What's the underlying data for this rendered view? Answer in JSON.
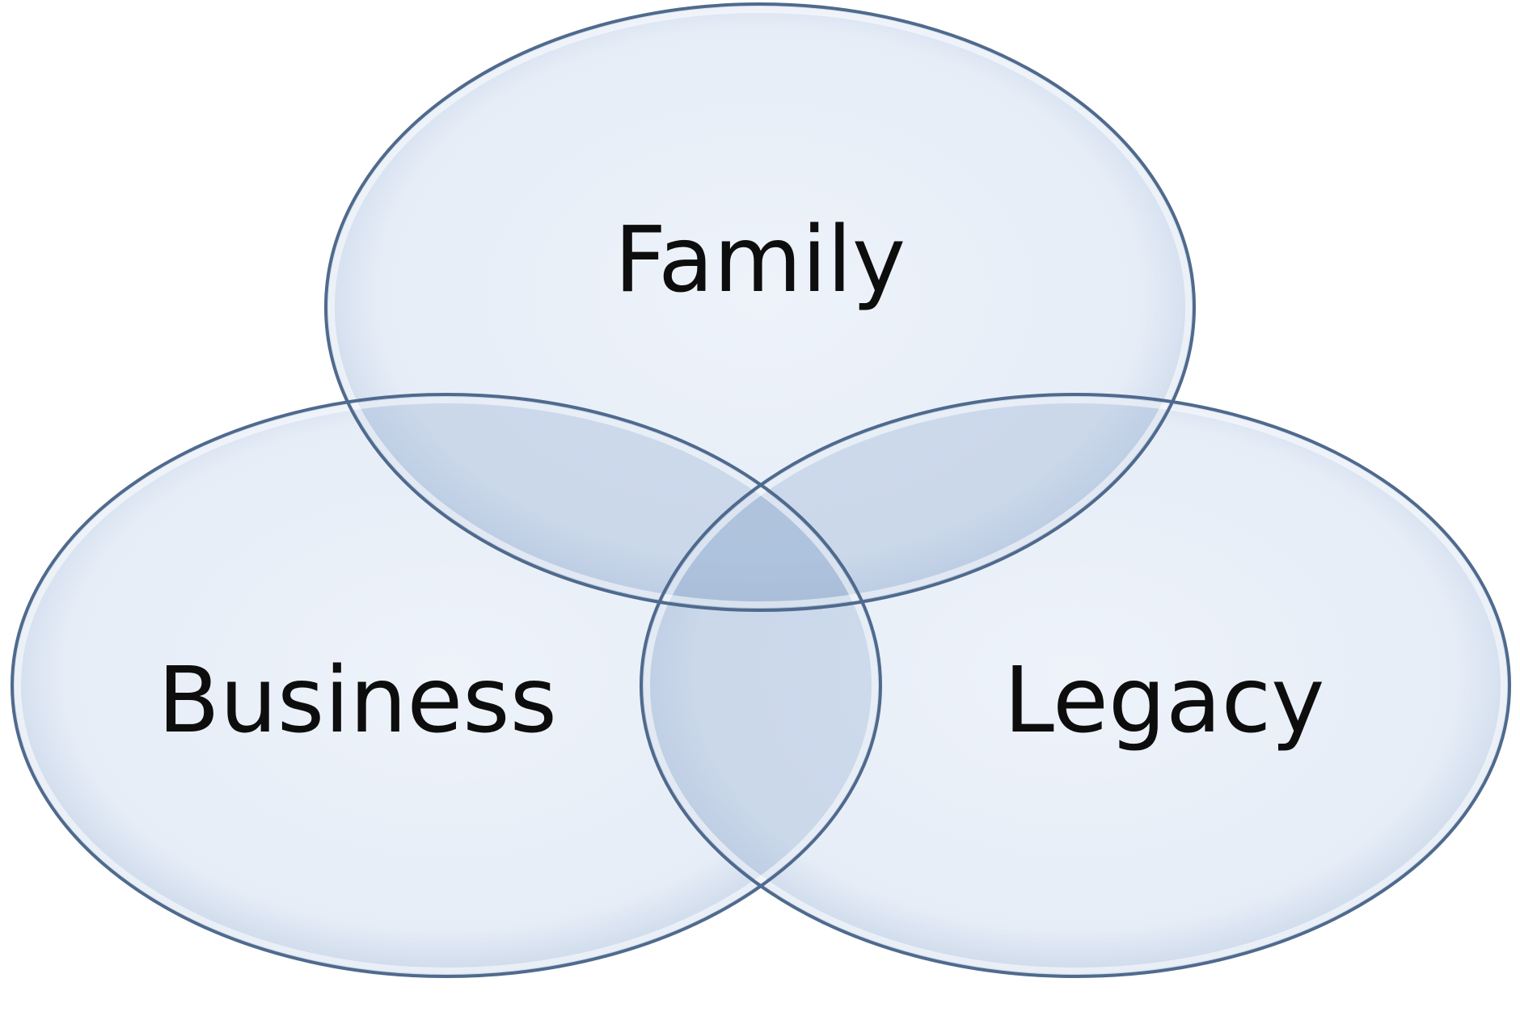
{
  "diagram": {
    "type": "venn",
    "colors": {
      "fill": "#e9eff8",
      "overlap_tint": "#b9c9df",
      "stroke": "#4f6a8d",
      "text": "#0d0d0d",
      "background": "#ffffff"
    },
    "circles": [
      {
        "id": "family",
        "label": "Family"
      },
      {
        "id": "business",
        "label": "Business"
      },
      {
        "id": "legacy",
        "label": "Legacy"
      }
    ]
  }
}
